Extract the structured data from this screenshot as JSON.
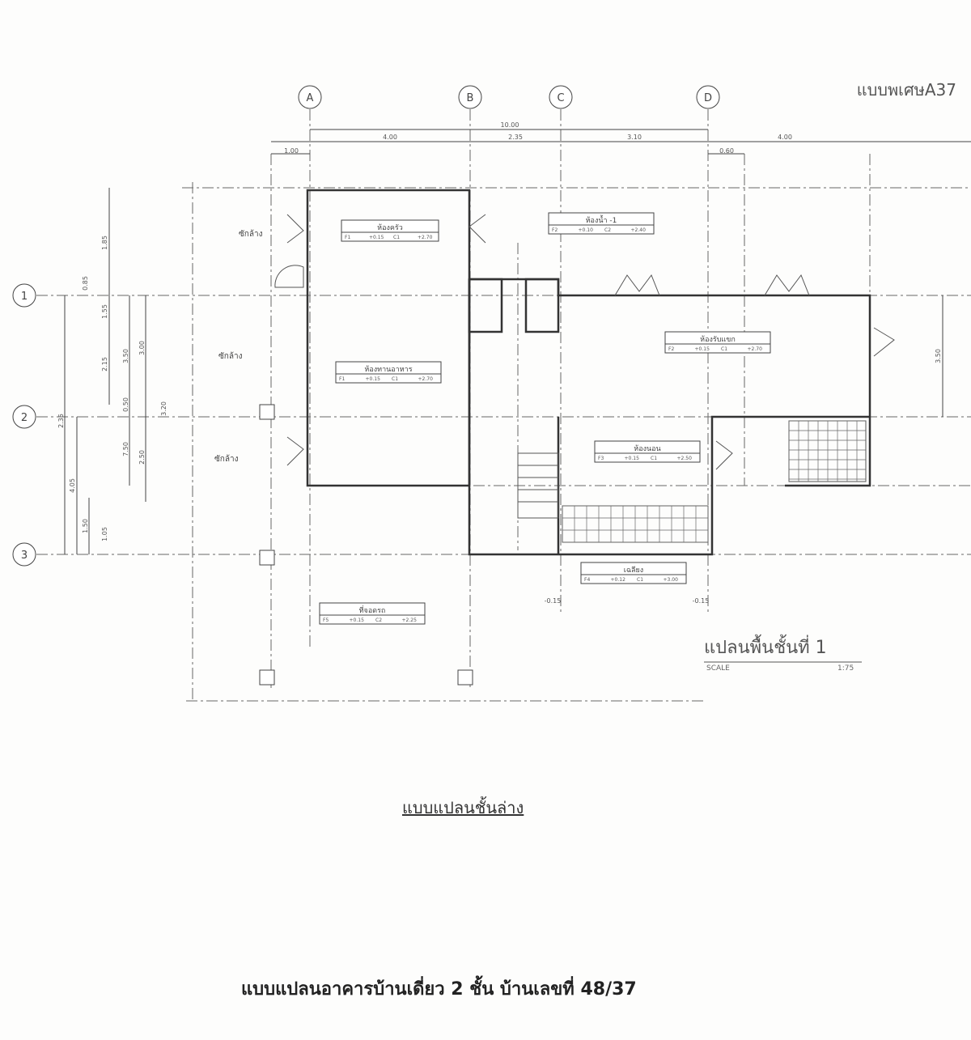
{
  "header": {
    "code": "แบบพเศษA37"
  },
  "grid": {
    "columns": [
      "A",
      "B",
      "C",
      "D"
    ],
    "rows": [
      "1",
      "2",
      "3"
    ]
  },
  "dimensions": {
    "top_total": "10.00",
    "top": [
      "1.00",
      "4.00",
      "2.35",
      "3.10",
      "0.60",
      "4.00"
    ],
    "left": [
      "1.85",
      "0.85",
      "1.55",
      "2.15",
      "3.50",
      "3.00",
      "0.50",
      "3.20",
      "7.50",
      "2.50",
      "2.35",
      "4.05",
      "1.50",
      "1.05"
    ],
    "right": "3.50",
    "level_marks": [
      "-0.15",
      "-0.15"
    ]
  },
  "rooms": [
    {
      "name": "ห้องครัว",
      "cells": [
        "F1",
        "+0.15",
        "C1",
        "+2.70"
      ]
    },
    {
      "name": "ห้องน้ำ -1",
      "cells": [
        "F2",
        "+0.10",
        "C2",
        "+2.40"
      ]
    },
    {
      "name": "ห้องทานอาหาร",
      "cells": [
        "F1",
        "+0.15",
        "C1",
        "+2.70"
      ]
    },
    {
      "name": "ห้องรับแขก",
      "cells": [
        "F2",
        "+0.15",
        "C1",
        "+2.70"
      ]
    },
    {
      "name": "ห้องนอน",
      "cells": [
        "F3",
        "+0.15",
        "C1",
        "+2.50"
      ]
    },
    {
      "name": "เฉลียง",
      "cells": [
        "F4",
        "+0.12",
        "C1",
        "+3.00"
      ]
    },
    {
      "name": "ที่จอดรถ",
      "cells": [
        "F5",
        "+0.15",
        "C2",
        "+2.25"
      ]
    }
  ],
  "side_labels": [
    "ซักล้าง",
    "ซักล้าง",
    "ซักล้าง"
  ],
  "plan_title": {
    "title": "แปลนพื้นชั้นที่ 1",
    "scale_label": "SCALE",
    "scale_value": "1:75"
  },
  "caption": "แบบแปลนชั้นล่าง",
  "footer": "แบบแปลนอาคารบ้านเดี่ยว 2 ชั้น บ้านเลขที่ 48/37"
}
